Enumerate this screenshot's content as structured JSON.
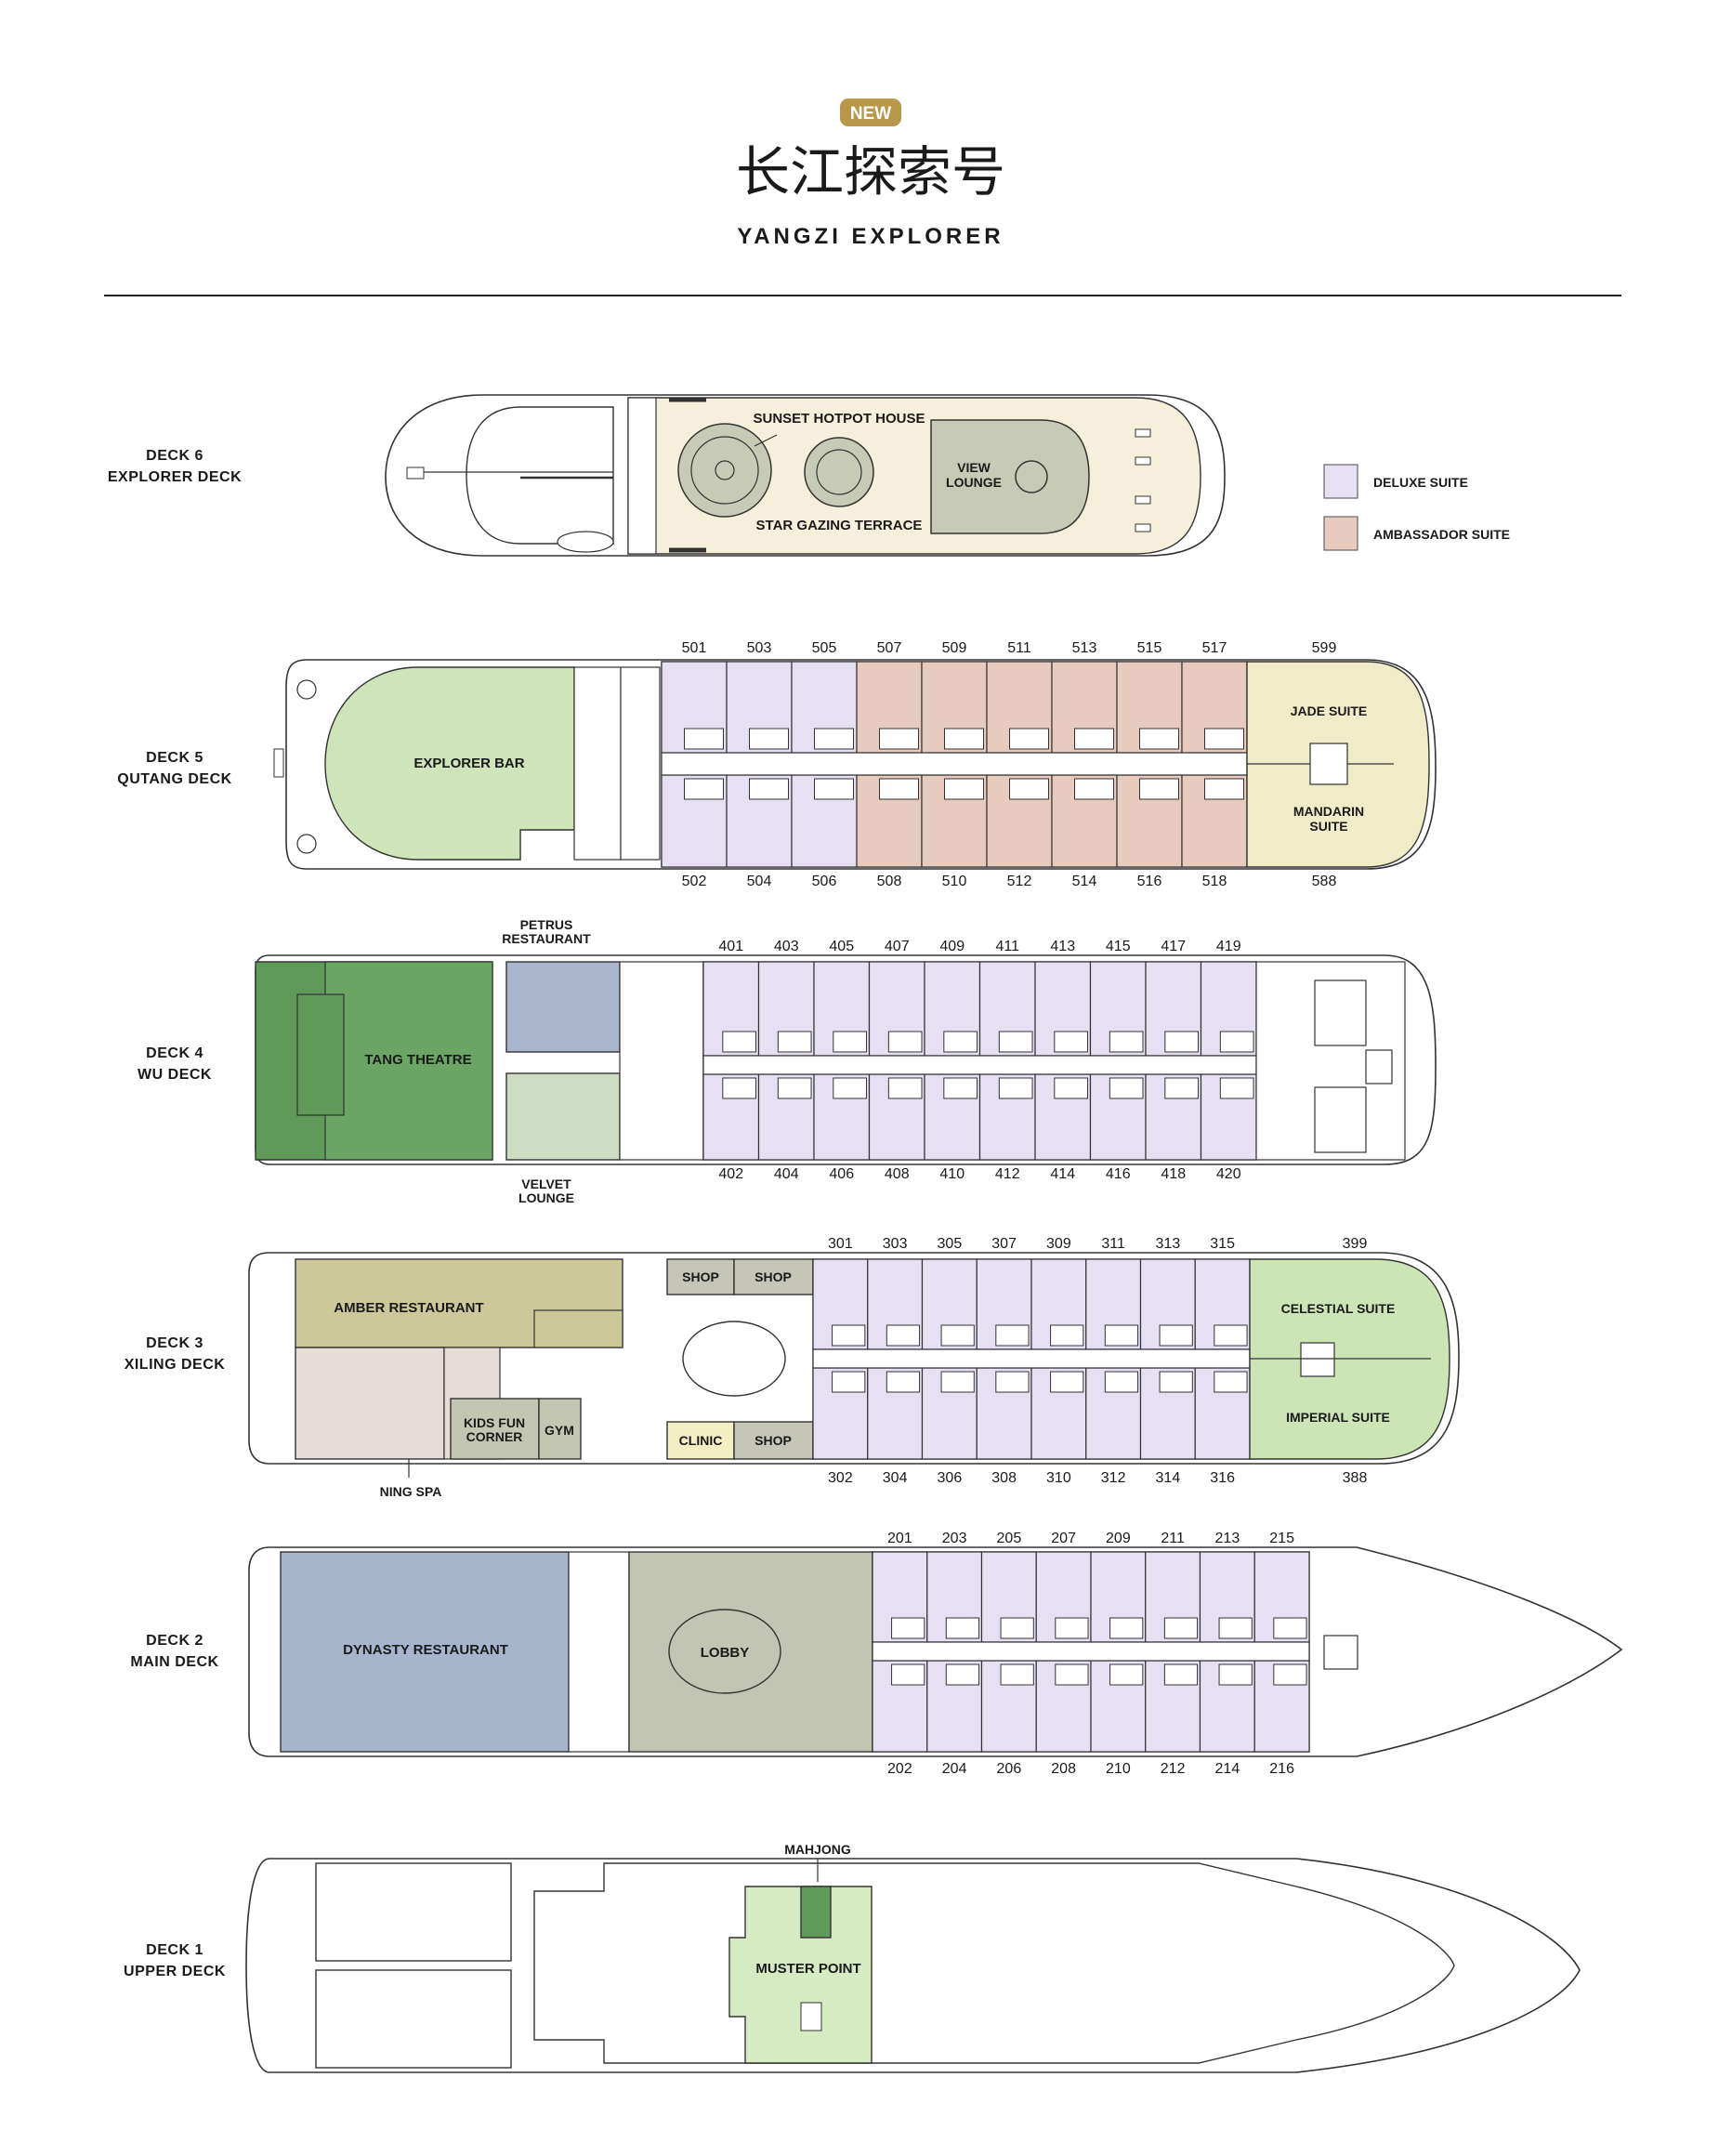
{
  "header": {
    "badge": "NEW",
    "title_cn": "长江探索号",
    "title_en": "YANGZI EXPLORER"
  },
  "colors": {
    "deluxe": "#e6e0f2",
    "ambassador": "#e6cbbe",
    "explorer_bar": "#cfe4b8",
    "jade": "#f0ecc7",
    "theatre": "#5f9a58",
    "petrus": "#aab4cc",
    "velvet": "#cfdcc4",
    "amber": "#cdc89a",
    "spa": "#e6dcd8",
    "kids": "#c4c6b4",
    "shop": "#c5c6b8",
    "clinic": "#f4efc2",
    "celestial": "#cde4b4",
    "dynasty": "#a6b4cc",
    "lobby": "#c2c4b4",
    "muster": "#d6ebc2",
    "mahjong": "#5f9a58",
    "sunset": "#f6efdc",
    "view_lounge": "#c8cab8",
    "gold": "#b8974a"
  },
  "legend": {
    "deluxe": "DELUXE SUITE",
    "ambassador": "AMBASSADOR SUITE"
  },
  "decks": {
    "d6": {
      "name": "DECK  6",
      "sub": "EXPLORER DECK"
    },
    "d5": {
      "name": "DECK  5",
      "sub": "QUTANG DECK"
    },
    "d4": {
      "name": "DECK  4",
      "sub": "WU DECK"
    },
    "d3": {
      "name": "DECK  3",
      "sub": "XILING DECK"
    },
    "d2": {
      "name": "DECK  2",
      "sub": "MAIN DECK"
    },
    "d1": {
      "name": "DECK  1",
      "sub": "UPPER DECK"
    }
  },
  "labels": {
    "sunset_hotpot": "SUNSET HOTPOT HOUSE",
    "star_gazing": "STAR GAZING TERRACE",
    "view_lounge_1": "VIEW",
    "view_lounge_2": "LOUNGE",
    "explorer_bar": "EXPLORER BAR",
    "jade_suite": "JADE SUITE",
    "mandarin_1": "MANDARIN",
    "mandarin_2": "SUITE",
    "petrus_1": "PETRUS",
    "petrus_2": "RESTAURANT",
    "tang_theatre": "TANG THEATRE",
    "velvet_1": "VELVET",
    "velvet_2": "LOUNGE",
    "amber": "AMBER RESTAURANT",
    "kids_1": "KIDS FUN",
    "kids_2": "CORNER",
    "gym": "GYM",
    "ning_spa": "NING SPA",
    "shop": "SHOP",
    "clinic": "CLINIC",
    "celestial": "CELESTIAL SUITE",
    "imperial": "IMPERIAL SUITE",
    "dynasty": "DYNASTY RESTAURANT",
    "lobby": "LOBBY",
    "mahjong": "MAHJONG",
    "muster": "MUSTER POINT"
  },
  "cabins": {
    "d5_top": [
      "501",
      "503",
      "505",
      "507",
      "509",
      "511",
      "513",
      "515",
      "517"
    ],
    "d5_bot": [
      "502",
      "504",
      "506",
      "508",
      "510",
      "512",
      "514",
      "516",
      "518"
    ],
    "d5_suite_top": "599",
    "d5_suite_bot": "588",
    "d4_top": [
      "401",
      "403",
      "405",
      "407",
      "409",
      "411",
      "413",
      "415",
      "417",
      "419"
    ],
    "d4_bot": [
      "402",
      "404",
      "406",
      "408",
      "410",
      "412",
      "414",
      "416",
      "418",
      "420"
    ],
    "d3_top": [
      "301",
      "303",
      "305",
      "307",
      "309",
      "311",
      "313",
      "315"
    ],
    "d3_bot": [
      "302",
      "304",
      "306",
      "308",
      "310",
      "312",
      "314",
      "316"
    ],
    "d3_suite_top": "399",
    "d3_suite_bot": "388",
    "d2_top": [
      "201",
      "203",
      "205",
      "207",
      "209",
      "211",
      "213",
      "215"
    ],
    "d2_bot": [
      "202",
      "204",
      "206",
      "208",
      "210",
      "212",
      "214",
      "216"
    ]
  }
}
